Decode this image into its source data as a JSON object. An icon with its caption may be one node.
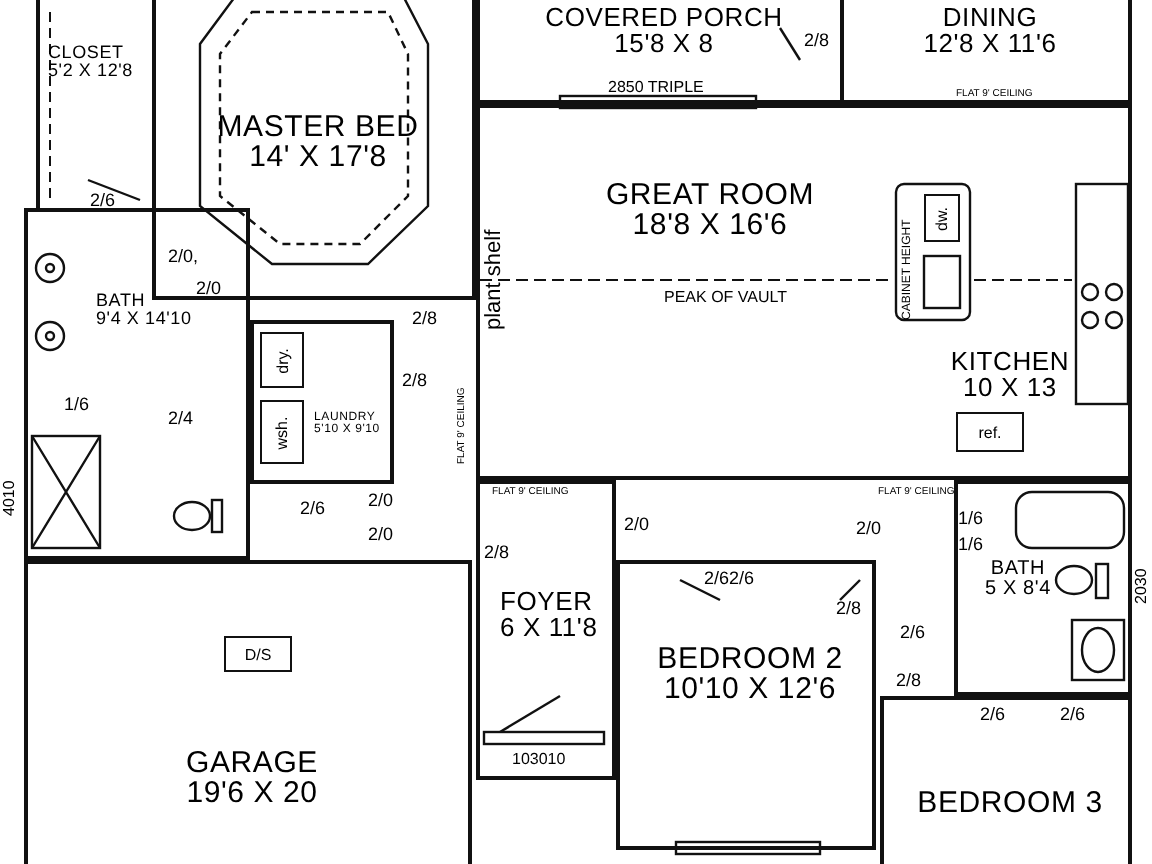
{
  "diagram": {
    "nodes": [
      {
        "text": [
          "CLOSET",
          "5'2 X 12'8"
        ]
      },
      {
        "text": [
          "MASTER BED",
          "14' X 17'8"
        ]
      },
      {
        "text": [
          "BATH",
          "9'4 X 14'10"
        ]
      },
      {
        "text": [
          "LAUNDRY",
          "5'10 X 9'10"
        ]
      },
      {
        "text": [
          "COVERED PORCH",
          "15'8 X 8"
        ]
      },
      {
        "text": [
          "DINING",
          "12'8 X 11'6"
        ]
      },
      {
        "text": [
          "GREAT ROOM",
          "18'8 X 16'6"
        ]
      },
      {
        "text": [
          "KITCHEN",
          "10 X 13"
        ]
      },
      {
        "text": [
          "FOYER",
          "6 X 11'8"
        ]
      },
      {
        "text": [
          "BEDROOM 2",
          "10'10 X 12'6"
        ]
      },
      {
        "text": [
          "BATH",
          "5 X 8'4"
        ]
      },
      {
        "text": [
          "BEDROOM 3"
        ]
      },
      {
        "text": [
          "GARAGE",
          "19'6 X 20"
        ]
      },
      {
        "text": [
          "dry."
        ],
        "in": 3
      },
      {
        "text": [
          "wsh."
        ],
        "in": 3
      },
      {
        "text": [
          "dw."
        ],
        "in": 6
      },
      {
        "text": [
          "ref."
        ],
        "in": 7
      },
      {
        "text": [
          "D/S"
        ],
        "in": 12
      }
    ],
    "labels": [
      "2/6",
      "2/0,",
      "2/0",
      "2/8",
      "2/8",
      "1/6",
      "2/4",
      "2/6",
      "2/0",
      "2/0",
      "4010",
      "2/8",
      "plant shelf",
      "FLAT 9' CEILING",
      "2/8",
      "2850 TRIPLE",
      "FLAT 9' CEILING",
      "PEAK OF VAULT",
      "CABINET HEIGHT",
      "FLAT 9' CEILING",
      "2/0",
      "2/62/6",
      "2/0",
      "FLAT 9' CEILING",
      "1/6",
      "1/6",
      "2030",
      "2/8",
      "2/6",
      "2/8",
      "2/6",
      "2/6",
      "103010"
    ]
  }
}
